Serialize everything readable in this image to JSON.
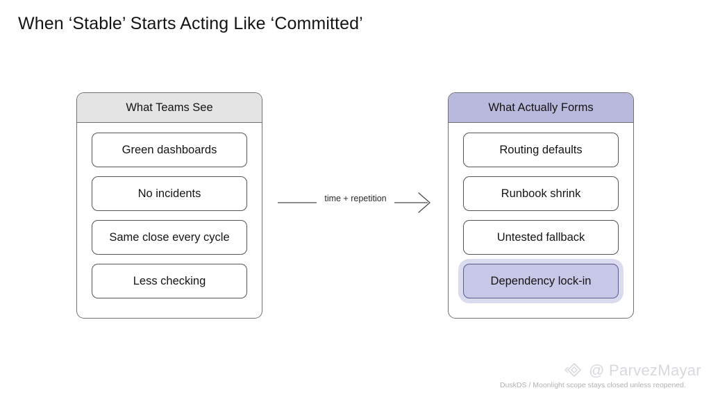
{
  "slide": {
    "title": "When ‘Stable’ Starts Acting Like ‘Committed’"
  },
  "colors": {
    "left_header_bg": "#e4e4e4",
    "right_header_bg": "#b9b9dd",
    "highlight_fill": "#c7c7e7",
    "highlight_glow": "#bebee1",
    "border": "#6f6f76",
    "text": "#141414",
    "footer_text": "#b2b2b2",
    "watermark": "#d8d8de"
  },
  "panels": {
    "left": {
      "header": "What Teams See",
      "items": [
        {
          "label": "Green dashboards",
          "highlighted": false
        },
        {
          "label": "No incidents",
          "highlighted": false
        },
        {
          "label": "Same close every cycle",
          "highlighted": false
        },
        {
          "label": "Less checking",
          "highlighted": false
        }
      ]
    },
    "right": {
      "header": "What Actually Forms",
      "items": [
        {
          "label": "Routing defaults",
          "highlighted": false
        },
        {
          "label": "Runbook shrink",
          "highlighted": false
        },
        {
          "label": "Untested fallback",
          "highlighted": false
        },
        {
          "label": "Dependency lock-in",
          "highlighted": true
        }
      ]
    }
  },
  "connector": {
    "label": "time + repetition",
    "icon": "arrow-right-icon"
  },
  "footer": {
    "note": "DuskDS / Moonlight  scope stays closed unless reopened."
  },
  "watermark": {
    "handle": "@ ParvezMayar",
    "icon": "diamond-logo-icon"
  }
}
